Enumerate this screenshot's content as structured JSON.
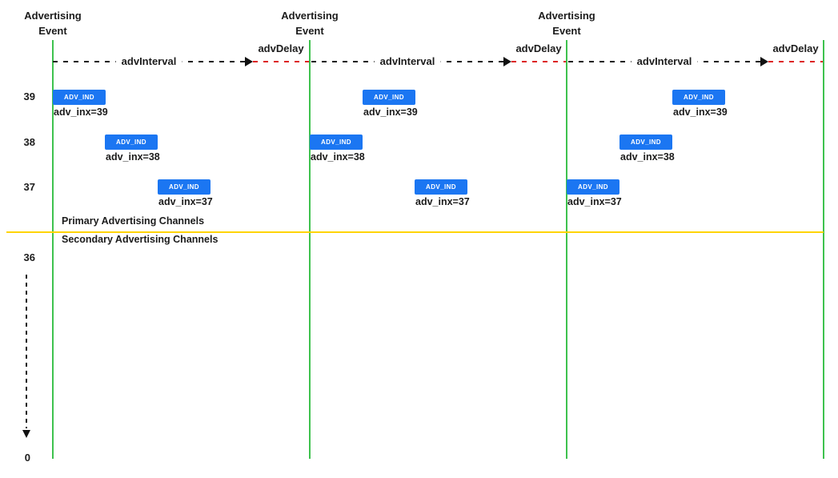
{
  "diagram": {
    "events": [
      {
        "line1": "Advertising",
        "line2": "Event"
      },
      {
        "line1": "Advertising",
        "line2": "Event"
      },
      {
        "line1": "Advertising",
        "line2": "Event"
      }
    ],
    "spans": [
      {
        "interval": "advInterval",
        "delay": "advDelay"
      },
      {
        "interval": "advInterval",
        "delay": "advDelay"
      },
      {
        "interval": "advInterval",
        "delay": "advDelay"
      }
    ],
    "channel_axis": {
      "ch39": "39",
      "ch38": "38",
      "ch37": "37",
      "ch36": "36",
      "ch0": "0"
    },
    "sections": {
      "primary": "Primary Advertising Channels",
      "secondary": "Secondary Advertising Channels"
    },
    "packets": [
      {
        "event": 1,
        "channel": "39",
        "type": "ADV_IND",
        "caption": "adv_inx=39"
      },
      {
        "event": 1,
        "channel": "38",
        "type": "ADV_IND",
        "caption": "adv_inx=38"
      },
      {
        "event": 1,
        "channel": "37",
        "type": "ADV_IND",
        "caption": "adv_inx=37"
      },
      {
        "event": 2,
        "channel": "39",
        "type": "ADV_IND",
        "caption": "adv_inx=39"
      },
      {
        "event": 2,
        "channel": "38",
        "type": "ADV_IND",
        "caption": "adv_inx=38"
      },
      {
        "event": 2,
        "channel": "37",
        "type": "ADV_IND",
        "caption": "adv_inx=37"
      },
      {
        "event": 3,
        "channel": "39",
        "type": "ADV_IND",
        "caption": "adv_inx=39"
      },
      {
        "event": 3,
        "channel": "38",
        "type": "ADV_IND",
        "caption": "adv_inx=38"
      },
      {
        "event": 3,
        "channel": "37",
        "type": "ADV_IND",
        "caption": "adv_inx=37"
      }
    ],
    "colors": {
      "event_line_green": "#3ec24e",
      "divider_yellow": "#ffd400",
      "packet_blue": "#1b76f2",
      "delay_dash_red": "#dd2424",
      "interval_dash_black": "#1a1a1a"
    }
  }
}
